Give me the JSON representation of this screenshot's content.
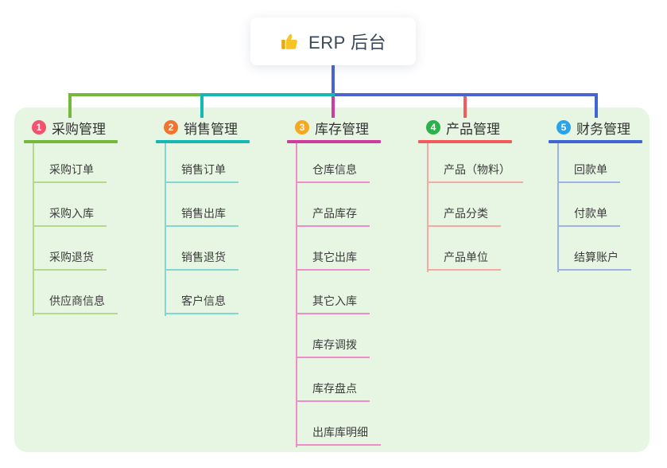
{
  "root": {
    "title": "ERP 后台",
    "icon": "thumbs-up",
    "icon_color": "#f7c325"
  },
  "colors": {
    "panel_bg": "#e7f6e3",
    "root_connector": "#4c63d2",
    "root_text": "#3a4756",
    "child_text": "#3c3c3c"
  },
  "branches": [
    {
      "index": "1",
      "label": "采购管理",
      "badge_color": "#f4536e",
      "color": "#76b83c",
      "light_color": "#b5d98b",
      "children": [
        "采购订单",
        "采购入库",
        "采购退货",
        "供应商信息"
      ]
    },
    {
      "index": "2",
      "label": "销售管理",
      "badge_color": "#f2752f",
      "color": "#14b8b4",
      "light_color": "#84d6d2",
      "children": [
        "销售订单",
        "销售出库",
        "销售退货",
        "客户信息"
      ]
    },
    {
      "index": "3",
      "label": "库存管理",
      "badge_color": "#f7a823",
      "color": "#ce3c9f",
      "light_color": "#ef8cca",
      "children": [
        "仓库信息",
        "产品库存",
        "其它出库",
        "其它入库",
        "库存调拨",
        "库存盘点",
        "出库库明细"
      ]
    },
    {
      "index": "4",
      "label": "产品管理",
      "badge_color": "#2db14c",
      "color": "#f25c5c",
      "light_color": "#f8a8a2",
      "children": [
        "产品（物料）",
        "产品分类",
        "产品单位"
      ]
    },
    {
      "index": "5",
      "label": "财务管理",
      "badge_color": "#2ba3e8",
      "color": "#3f66d2",
      "light_color": "#9fb2e4",
      "children": [
        "回款单",
        "付款单",
        "结算账户"
      ]
    }
  ]
}
